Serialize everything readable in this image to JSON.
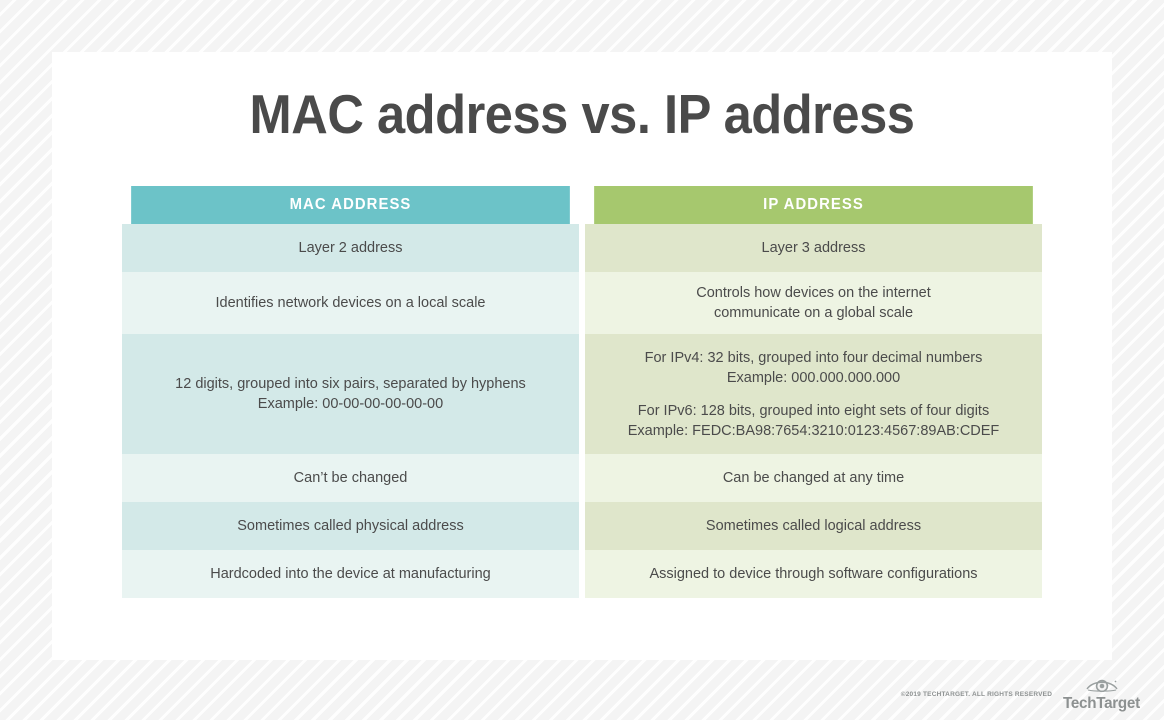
{
  "title": "MAC address vs. IP address",
  "colors": {
    "mac_header": "#6cc3c8",
    "ip_header": "#a6c86e",
    "mac_band_a": "#d3e9e8",
    "mac_band_b": "#e9f4f2",
    "ip_band_a": "#dfe6cb",
    "ip_band_b": "#eef4e3",
    "title_text": "#4a4a4a",
    "body_text": "#4b4b4b",
    "page_background": "#f4f4f4"
  },
  "table": {
    "columns": [
      {
        "key": "mac",
        "header": "MAC ADDRESS",
        "cells": [
          {
            "lines": [
              "Layer 2 address"
            ]
          },
          {
            "lines": [
              "Identifies network devices on a local scale"
            ]
          },
          {
            "lines": [
              "12 digits, grouped into six pairs, separated by hyphens\nExample: 00-00-00-00-00-00"
            ]
          },
          {
            "lines": [
              "Can’t be changed"
            ]
          },
          {
            "lines": [
              "Sometimes called physical address"
            ]
          },
          {
            "lines": [
              "Hardcoded into the device at manufacturing"
            ]
          }
        ]
      },
      {
        "key": "ip",
        "header": "IP ADDRESS",
        "cells": [
          {
            "lines": [
              "Layer 3 address"
            ]
          },
          {
            "lines": [
              "Controls how devices on the internet\ncommunicate on a global scale"
            ]
          },
          {
            "lines": [
              "For IPv4: 32 bits, grouped into four decimal numbers\nExample: 000.000.000.000",
              "For IPv6: 128 bits, grouped into eight sets of four digits\nExample: FEDC:BA98:7654:3210:0123:4567:89AB:CDEF"
            ]
          },
          {
            "lines": [
              "Can be changed at any time"
            ]
          },
          {
            "lines": [
              "Sometimes called logical address"
            ]
          },
          {
            "lines": [
              "Assigned to device through software configurations"
            ]
          }
        ]
      }
    ]
  },
  "footer": {
    "copyright": "©2019 TECHTARGET. ALL RIGHTS RESERVED",
    "brand": "TechTarget",
    "logo_icon": "eye-icon"
  }
}
